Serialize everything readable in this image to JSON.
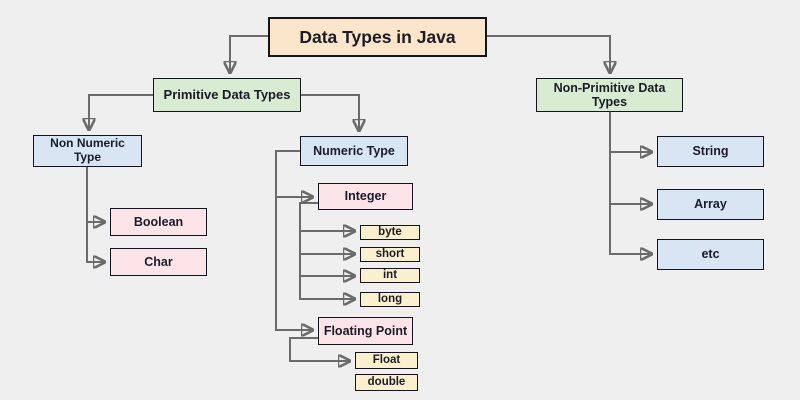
{
  "diagram": {
    "nodes": {
      "title": "Data Types in Java",
      "primitive": "Primitive Data Types",
      "non_primitive": "Non-Primitive Data Types",
      "non_numeric": "Non Numeric Type",
      "numeric": "Numeric Type",
      "boolean": "Boolean",
      "char": "Char",
      "integer": "Integer",
      "floating_point": "Floating Point",
      "byte": "byte",
      "short": "short",
      "int": "int",
      "long": "long",
      "float": "Float",
      "double": "double",
      "string": "String",
      "array": "Array",
      "etc": "etc"
    },
    "edges": [
      {
        "from": "title",
        "to": "primitive"
      },
      {
        "from": "title",
        "to": "non_primitive"
      },
      {
        "from": "primitive",
        "to": "non_numeric"
      },
      {
        "from": "primitive",
        "to": "numeric"
      },
      {
        "from": "non_numeric",
        "to": "boolean"
      },
      {
        "from": "non_numeric",
        "to": "char"
      },
      {
        "from": "numeric",
        "to": "integer"
      },
      {
        "from": "numeric",
        "to": "floating_point"
      },
      {
        "from": "integer",
        "to": "byte"
      },
      {
        "from": "integer",
        "to": "short"
      },
      {
        "from": "integer",
        "to": "int"
      },
      {
        "from": "integer",
        "to": "long"
      },
      {
        "from": "floating_point",
        "to": "float"
      }
    ],
    "colors": {
      "background": "#f0efef",
      "title_fill": "#fbe6c9",
      "category_fill": "#d8ecd2",
      "type_fill": "#d8e6f4",
      "subtype_fill": "#fce4e8",
      "leaf_fill": "#faf0cc",
      "border": "#141420",
      "line": "#6b6b6b",
      "arrowhead": "#111111",
      "text": "#1b1b2a"
    }
  }
}
